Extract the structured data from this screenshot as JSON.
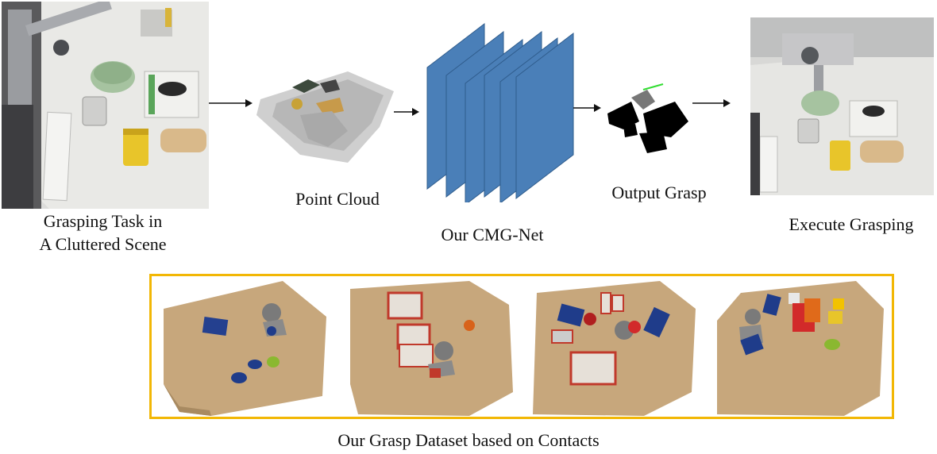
{
  "pipeline": {
    "input_caption_line1": "Grasping Task in",
    "input_caption_line2": "A Cluttered Scene",
    "point_cloud_caption": "Point Cloud",
    "network_caption": "Our CMG-Net",
    "output_caption": "Output Grasp",
    "execute_caption": "Execute Grasping"
  },
  "dataset": {
    "caption": "Our Grasp Dataset based on Contacts",
    "frame_color": "#f2b705",
    "scenes": [
      "scene-1",
      "scene-2",
      "scene-3",
      "scene-4"
    ]
  },
  "colors": {
    "network_block": "#4a7fb8",
    "table_surface": "#c7a77c"
  }
}
